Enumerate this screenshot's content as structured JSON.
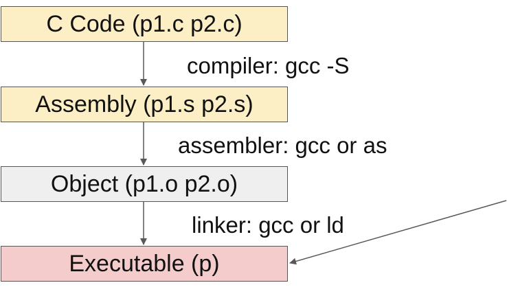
{
  "stages": [
    {
      "label": "C Code (p1.c p2.c)",
      "fill": "#fdefc5"
    },
    {
      "label": "Assembly (p1.s p2.s)",
      "fill": "#fdefc5"
    },
    {
      "label": "Object (p1.o p2.o)",
      "fill": "#efefef"
    },
    {
      "label": "Executable (p)",
      "fill": "#f4cccc"
    }
  ],
  "steps": [
    {
      "label": "compiler: gcc -S"
    },
    {
      "label": "assembler: gcc or as"
    },
    {
      "label": "linker: gcc or ld"
    }
  ],
  "colors": {
    "border": "#555555",
    "arrow": "#595959",
    "text": "#111111"
  }
}
